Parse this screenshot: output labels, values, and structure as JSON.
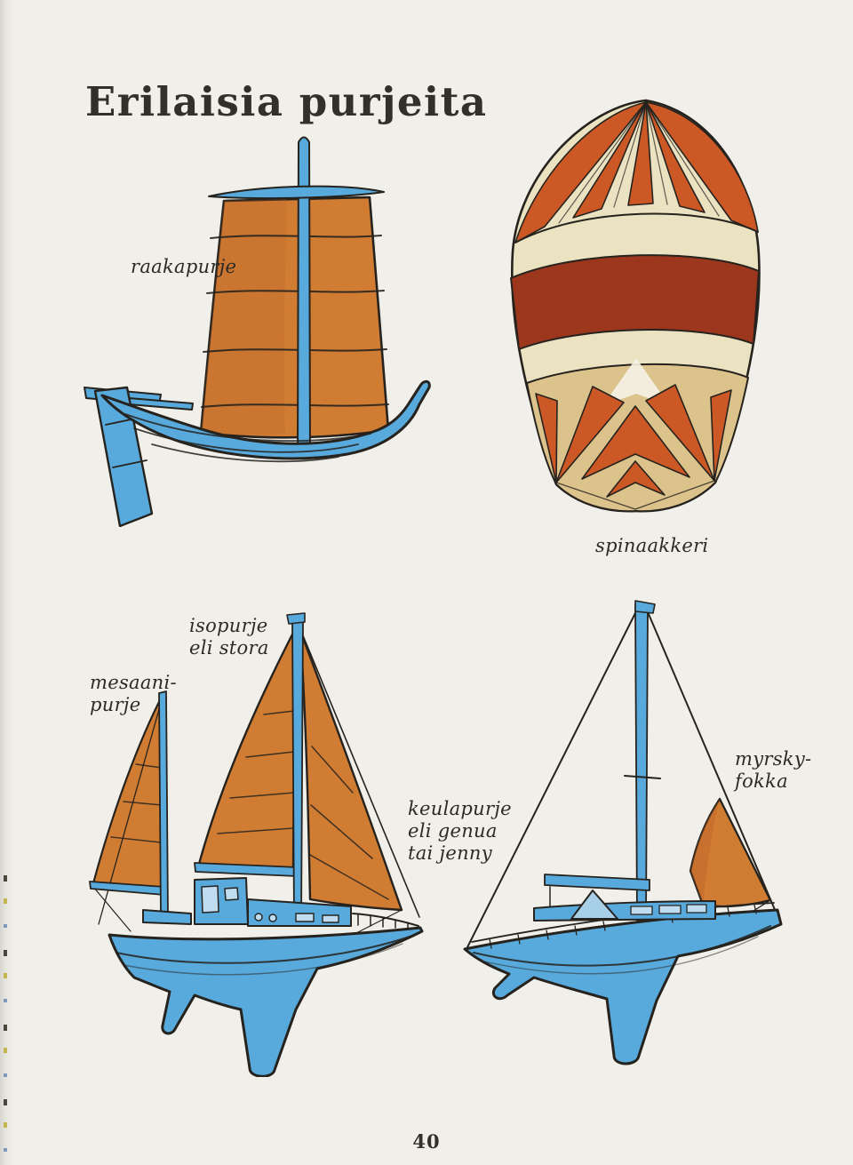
{
  "page": {
    "title": "Erilaisia purjeita",
    "page_number": "40"
  },
  "labels": {
    "raakapurje": "raakapurje",
    "spinaakkeri": "spinaakkeri",
    "isopurje": "isopurje\neli stora",
    "mesaanipurje": "mesaani-\npurje",
    "keulapurje": "keulapurje\neli genua\ntai jenny",
    "myrskyfokka": "myrsky-\nfokka"
  },
  "colors": {
    "page_background": "#f0efe9",
    "ink": "#32302b",
    "label_ink": "#2b2a25",
    "outline": "#26231e",
    "boat_blue": "#58a9dc",
    "boat_blue_dark": "#3c90c4",
    "window_blue": "#bfdcf0",
    "sail_orange": "#d17c33",
    "sail_orange_dark": "#b65e26",
    "spinnaker_orange": "#cc5826",
    "spinnaker_maroon": "#9c371d",
    "spinnaker_cream": "#ebe2c1",
    "spinnaker_tan": "#dcc38c"
  }
}
